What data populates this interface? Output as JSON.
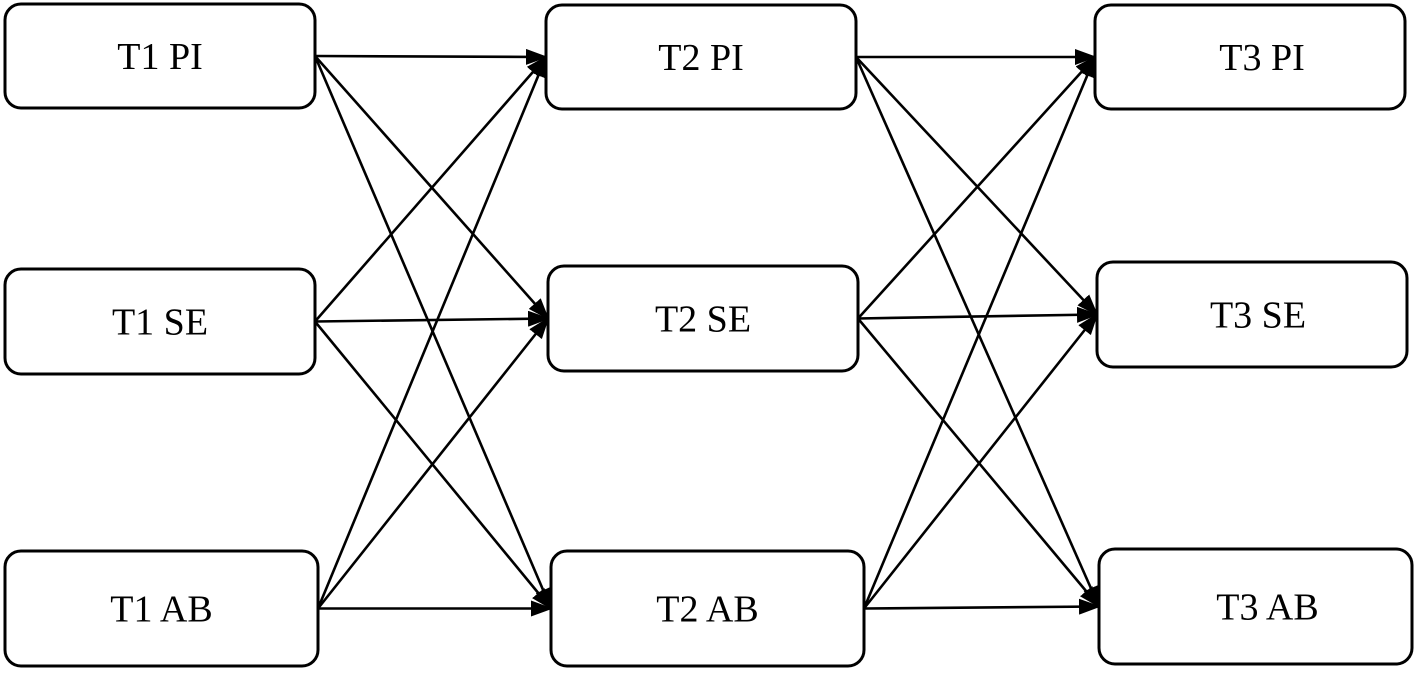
{
  "nodes": [
    {
      "id": "T1PI",
      "label": "T1 PI"
    },
    {
      "id": "T1SE",
      "label": "T1 SE"
    },
    {
      "id": "T1AB",
      "label": "T1 AB"
    },
    {
      "id": "T2PI",
      "label": "T2 PI"
    },
    {
      "id": "T2SE",
      "label": "T2 SE"
    },
    {
      "id": "T2AB",
      "label": "T2 AB"
    },
    {
      "id": "T3PI",
      "label": "T3 PI"
    },
    {
      "id": "T3SE",
      "label": "T3 SE"
    },
    {
      "id": "T3AB",
      "label": "T3 AB"
    }
  ],
  "edges": [
    {
      "from": "T1PI",
      "to": "T2PI"
    },
    {
      "from": "T1PI",
      "to": "T2SE"
    },
    {
      "from": "T1PI",
      "to": "T2AB"
    },
    {
      "from": "T1SE",
      "to": "T2PI"
    },
    {
      "from": "T1SE",
      "to": "T2SE"
    },
    {
      "from": "T1SE",
      "to": "T2AB"
    },
    {
      "from": "T1AB",
      "to": "T2PI"
    },
    {
      "from": "T1AB",
      "to": "T2SE"
    },
    {
      "from": "T1AB",
      "to": "T2AB"
    },
    {
      "from": "T2PI",
      "to": "T3PI"
    },
    {
      "from": "T2PI",
      "to": "T3SE"
    },
    {
      "from": "T2PI",
      "to": "T3AB"
    },
    {
      "from": "T2SE",
      "to": "T3PI"
    },
    {
      "from": "T2SE",
      "to": "T3SE"
    },
    {
      "from": "T2SE",
      "to": "T3AB"
    },
    {
      "from": "T2AB",
      "to": "T3PI"
    },
    {
      "from": "T2AB",
      "to": "T3SE"
    },
    {
      "from": "T2AB",
      "to": "T3AB"
    }
  ],
  "colors": {
    "line": "#000000",
    "box_fill": "#ffffff",
    "text": "#000000"
  }
}
